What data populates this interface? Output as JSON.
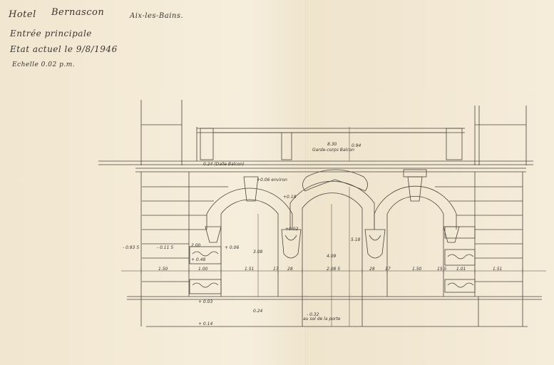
{
  "header": {
    "hotel": "Hotel",
    "name": "Bernascon",
    "city": "Aix-les-Bains.",
    "subject": "Entrée principale",
    "state": "Etat actuel  le 9/8/1946",
    "scale": "Echelle  0.02 p.m."
  },
  "labels": {
    "balcony_top": "0.24 (Dalle Balcon)",
    "height_total": "8.30",
    "guardrail": "Garde-corps Balcon",
    "height_small": "0.94",
    "above_arch": "+0.06 environ",
    "keystone": "+0.18",
    "pier_top": "+0.02",
    "left_dim_a": "- 0.93 5",
    "left_dim_b": "- 0.11 5",
    "left_dim_c": "2.00",
    "left_dim_d": "+ 0.06",
    "left_dim_e": "+ 0.48",
    "arch_left_h": "3.08",
    "arch_center_h": "4.09",
    "center_total": "5.18",
    "span_1": "1.50",
    "span_2": "1.00",
    "span_3": "1.51",
    "span_4": "17",
    "span_5": "28",
    "span_6": "2.08 5",
    "span_7": "28",
    "span_8": "17",
    "span_9": "1.50",
    "span_10": "15 5",
    "span_11": "1.01",
    "span_12": "1.51",
    "base_a": "+ 0.03",
    "base_b": "+ 0.14",
    "base_c": "0.24",
    "ground": "- 0.32",
    "ground_note": "au sol de la porte"
  }
}
